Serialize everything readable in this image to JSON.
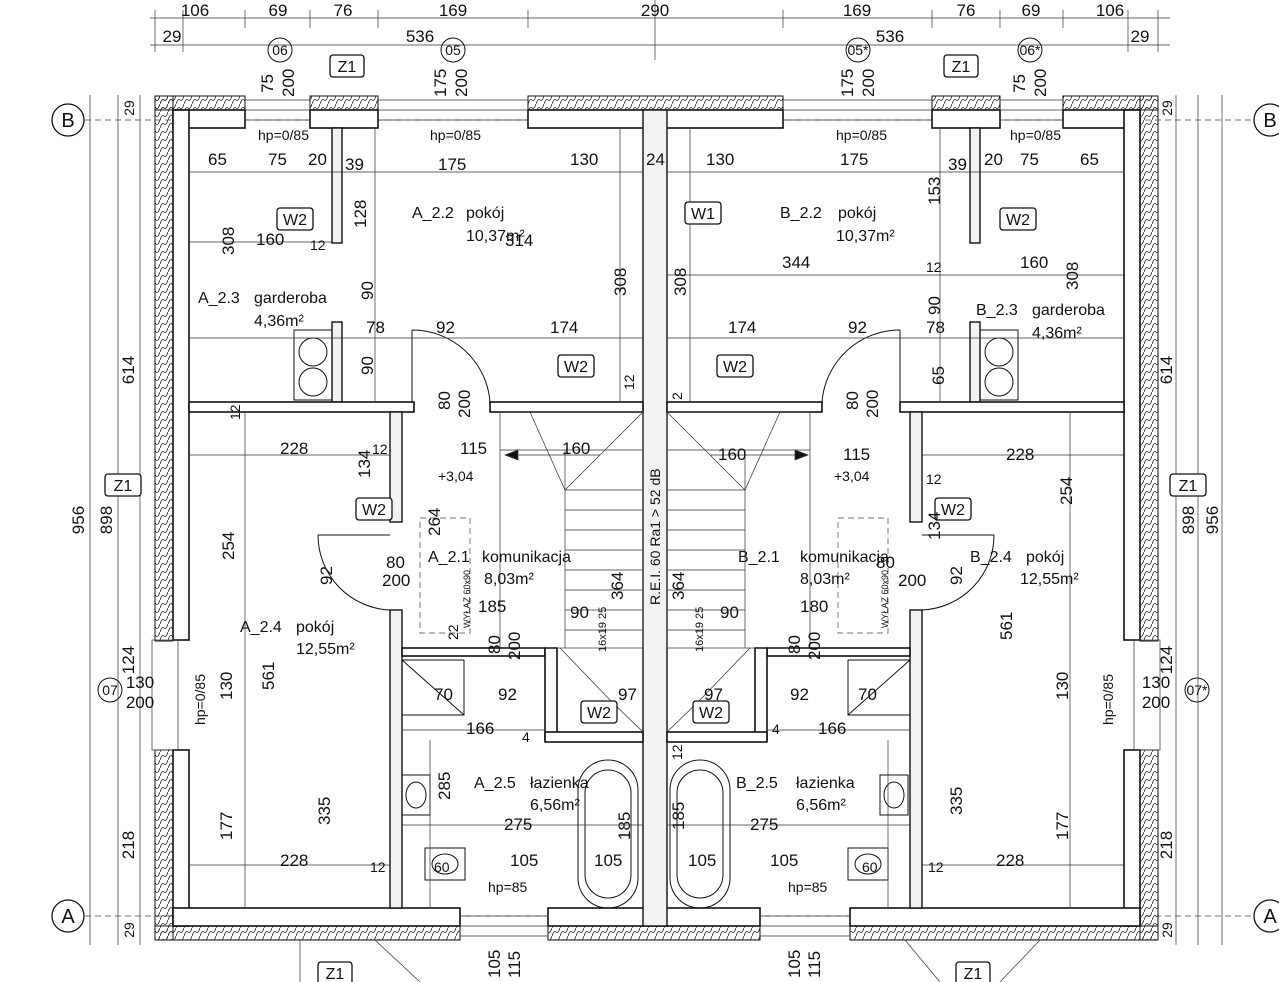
{
  "dimensions_top": [
    "106",
    "69",
    "76",
    "169",
    "290",
    "169",
    "76",
    "69",
    "106"
  ],
  "dimensions_top2": [
    "29",
    "536",
    "536",
    "29"
  ],
  "window_labels_top": [
    {
      "id": "06",
      "w": "75",
      "h": "200"
    },
    {
      "id": "05",
      "w": "175",
      "h": "200"
    },
    {
      "id": "05*",
      "w": "175",
      "h": "200"
    },
    {
      "id": "06*",
      "w": "75",
      "h": "200"
    }
  ],
  "window_labels_side": [
    {
      "id": "07",
      "w": "130",
      "h": "200"
    },
    {
      "id": "07*",
      "w": "130",
      "h": "200"
    }
  ],
  "window_labels_bottom": [
    {
      "w": "105",
      "h": "115"
    },
    {
      "w": "105",
      "h": "115"
    }
  ],
  "axes": [
    "A",
    "B"
  ],
  "hp_labels": [
    "hp=0/85",
    "hp=0/85",
    "hp=0/85",
    "hp=0/85",
    "hp=0/85",
    "hp=0/85",
    "hp=85",
    "hp=85"
  ],
  "wall_tags": [
    "Z1",
    "W2",
    "W1",
    "W2",
    "W2",
    "W2",
    "W2",
    "W2",
    "W2",
    "W2"
  ],
  "rooms": [
    {
      "code": "A_2.2",
      "name": "pokój",
      "area": "10,37m²"
    },
    {
      "code": "B_2.2",
      "name": "pokój",
      "area": "10,37m²"
    },
    {
      "code": "A_2.3",
      "name": "garderoba",
      "area": "4,36m²"
    },
    {
      "code": "B_2.3",
      "name": "garderoba",
      "area": "4,36m²"
    },
    {
      "code": "A_2.1",
      "name": "komunikacja",
      "area": "8,03m²"
    },
    {
      "code": "B_2.1",
      "name": "komunikacja",
      "area": "8,03m²"
    },
    {
      "code": "A_2.4",
      "name": "pokój",
      "area": "12,55m²"
    },
    {
      "code": "B_2.4",
      "name": "pokój",
      "area": "12,55m²"
    },
    {
      "code": "A_2.5",
      "name": "łazienka",
      "area": "6,56m²"
    },
    {
      "code": "B_2.5",
      "name": "łazienka",
      "area": "6,56m²"
    }
  ],
  "level_marks": [
    "+3,04",
    "+3,04"
  ],
  "party_wall_label": "R.E.I. 60 Ra1 > 52 dB",
  "hatch_label": "WYŁAZ 60x90",
  "stair_label": "16x19 25",
  "dims_left": [
    "956",
    "898",
    "614",
    "124",
    "218",
    "29",
    "29"
  ],
  "dims_right": [
    "956",
    "898",
    "614",
    "124",
    "218",
    "29",
    "29"
  ],
  "inner_dims": {
    "r65": "65",
    "r75": "75",
    "r20": "20",
    "r39": "39",
    "r175": "175",
    "r130": "130",
    "r24": "24",
    "r128": "128",
    "r153": "153",
    "r308": "308",
    "r160": "160",
    "r12": "12",
    "r344": "344",
    "r314": "314",
    "r90": "90",
    "r78": "78",
    "r92": "92",
    "r174": "174",
    "r80": "80",
    "r200": "200",
    "r228": "228",
    "r134": "134",
    "r254": "254",
    "r115": "115",
    "r185": "185",
    "r180": "180",
    "r364": "364",
    "r561": "561",
    "r97": "97",
    "r70": "70",
    "r166": "166",
    "r4": "4",
    "r285": "285",
    "r275": "275",
    "r335": "335",
    "r177": "177",
    "r105": "105",
    "r2": "2",
    "r264": "264",
    "r22": "22",
    "r60": "60"
  }
}
